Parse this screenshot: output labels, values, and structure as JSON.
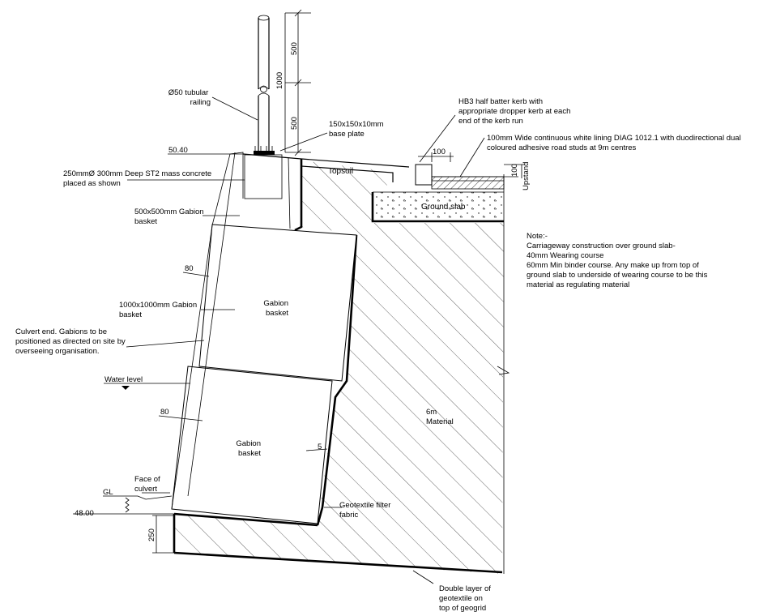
{
  "labels": {
    "railing": [
      "Ø50 tubular",
      "railing"
    ],
    "base_plate": [
      "150x150x10mm",
      "base  plate"
    ],
    "level_top": "50.40",
    "concrete": [
      "250mmØ 300mm Deep ST2 mass concrete",
      "placed as shown"
    ],
    "gabion_500": [
      "500x500mm Gabion",
      "basket"
    ],
    "gabion_1000": [
      "1000x1000mm Gabion",
      "basket"
    ],
    "culvert_end": [
      "Culvert end. Gabions to be",
      "positioned as directed on site by",
      "overseeing organisation."
    ],
    "water_level": "Water level",
    "face_culvert": [
      "Face of",
      "culvert"
    ],
    "gl": "GL",
    "level_bottom": "48.00",
    "gabion_upper": [
      "Gabion",
      "basket"
    ],
    "gabion_lower": [
      "Gabion",
      "basket"
    ],
    "geotextile_filter": [
      "Geotextile filter",
      "fabric"
    ],
    "double_layer": [
      "Double layer of",
      "geotextile on",
      "top of geogrid"
    ],
    "topsoil": "Topsoil",
    "ground_slab": "Ground slab",
    "material": [
      "6m",
      "Material"
    ],
    "kerb": [
      "HB3 half batter kerb with",
      "appropriate dropper kerb at each",
      "end of the kerb run"
    ],
    "lining": [
      "100mm Wide continuous white lining DIAG 1012.1 with duodirectional dual",
      "coloured adhesive road studs at 9m centres"
    ],
    "upstand": "Upstand",
    "note": [
      "Note:-",
      "Carriageway construction over ground slab-",
      "40mm Wearing course",
      "60mm Min binder course. Any make up from top of",
      "ground slab to underside of wearing course to be this",
      "material as regulating material"
    ]
  },
  "dimensions": {
    "d500_top": "500",
    "d1000": "1000",
    "d500_bottom": "500",
    "d100_kerb": "100",
    "d100_upstand": "100",
    "d80_upper": "80",
    "d80_lower": "80",
    "d5": "5",
    "d250": "250"
  }
}
